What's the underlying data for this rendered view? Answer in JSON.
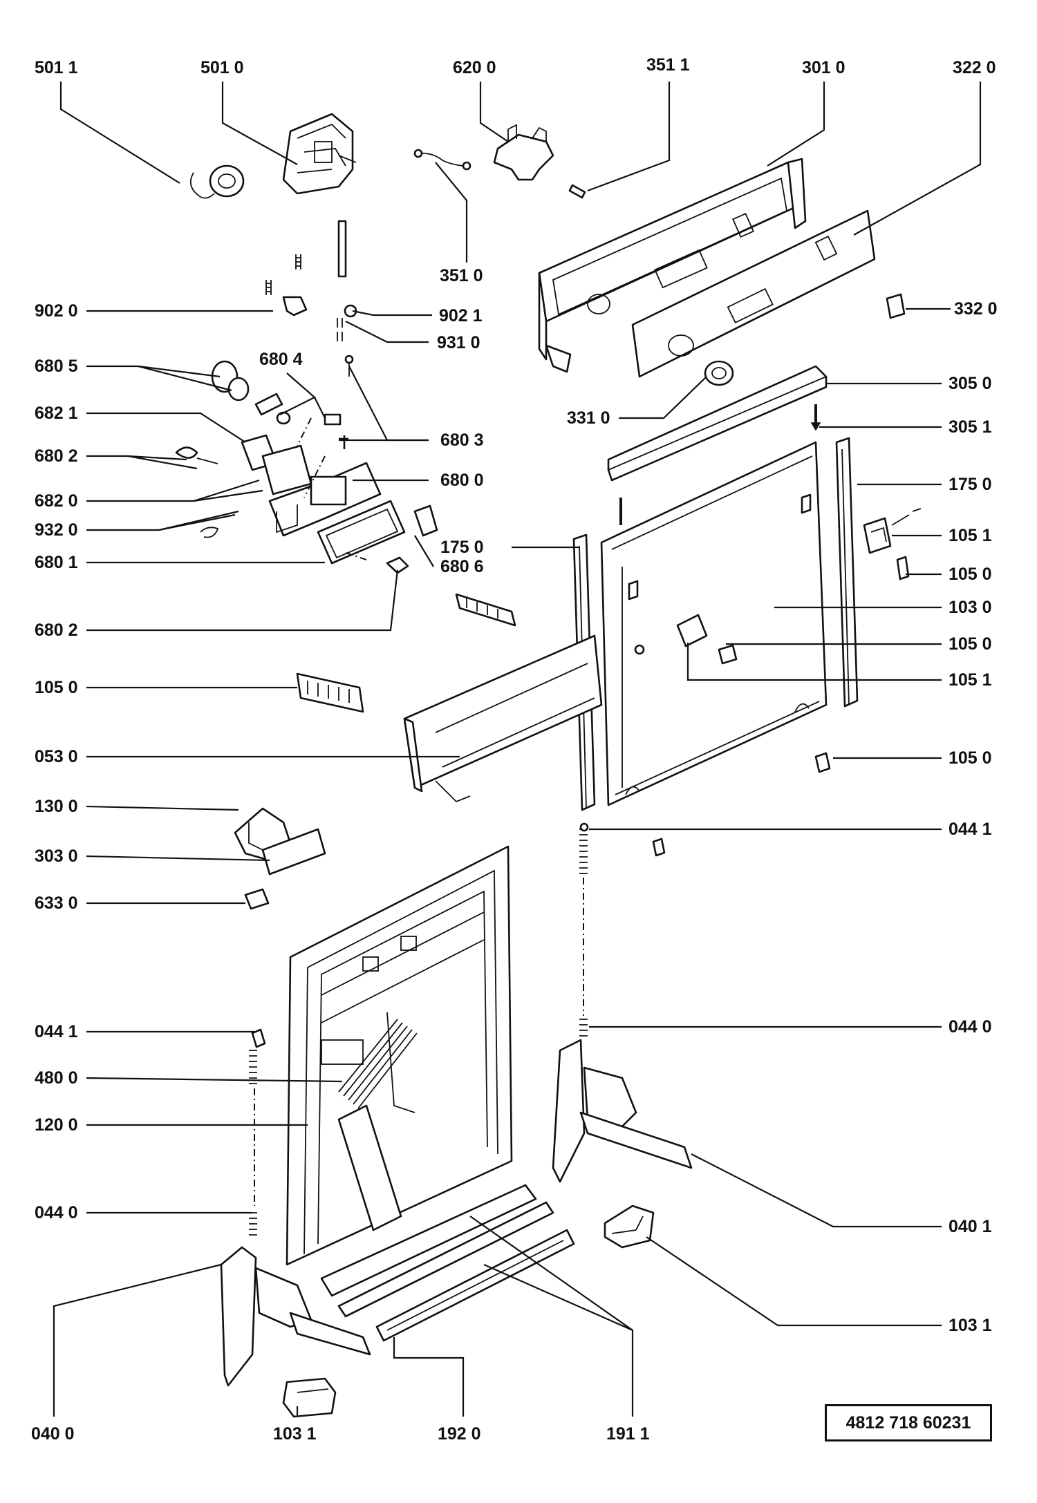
{
  "document_number": "4812 718 60231",
  "part_labels": [
    {
      "id": "l1",
      "text": "501 1"
    },
    {
      "id": "l2",
      "text": "501 0"
    },
    {
      "id": "l3",
      "text": "620 0"
    },
    {
      "id": "l4",
      "text": "351 1"
    },
    {
      "id": "l5",
      "text": "301 0"
    },
    {
      "id": "l6",
      "text": "322 0"
    },
    {
      "id": "l7",
      "text": "351 0"
    },
    {
      "id": "l8",
      "text": "902 0"
    },
    {
      "id": "l9",
      "text": "902 1"
    },
    {
      "id": "l10",
      "text": "931 0"
    },
    {
      "id": "l11",
      "text": "332 0"
    },
    {
      "id": "l12",
      "text": "680 5"
    },
    {
      "id": "l13",
      "text": "680 4"
    },
    {
      "id": "l14",
      "text": "682 1"
    },
    {
      "id": "l15",
      "text": "331 0"
    },
    {
      "id": "l16",
      "text": "305 0"
    },
    {
      "id": "l17",
      "text": "680 3"
    },
    {
      "id": "l18",
      "text": "305 1"
    },
    {
      "id": "l19",
      "text": "680 2"
    },
    {
      "id": "l20",
      "text": "680 0"
    },
    {
      "id": "l21",
      "text": "682 0"
    },
    {
      "id": "l22",
      "text": "175 0"
    },
    {
      "id": "l23",
      "text": "932 0"
    },
    {
      "id": "l24",
      "text": "105 1"
    },
    {
      "id": "l25",
      "text": "175 0"
    },
    {
      "id": "l26",
      "text": "680 1"
    },
    {
      "id": "l27",
      "text": "680 6"
    },
    {
      "id": "l28",
      "text": "105 0"
    },
    {
      "id": "l29",
      "text": "103 0"
    },
    {
      "id": "l30",
      "text": "680 2"
    },
    {
      "id": "l31",
      "text": "105 0"
    },
    {
      "id": "l32",
      "text": "105 0"
    },
    {
      "id": "l33",
      "text": "105 1"
    },
    {
      "id": "l34",
      "text": "053 0"
    },
    {
      "id": "l35",
      "text": "105 0"
    },
    {
      "id": "l36",
      "text": "130 0"
    },
    {
      "id": "l37",
      "text": "044 1"
    },
    {
      "id": "l38",
      "text": "303 0"
    },
    {
      "id": "l39",
      "text": "633 0"
    },
    {
      "id": "l40",
      "text": "044 1"
    },
    {
      "id": "l41",
      "text": "044 0"
    },
    {
      "id": "l42",
      "text": "480 0"
    },
    {
      "id": "l43",
      "text": "120 0"
    },
    {
      "id": "l44",
      "text": "044 0"
    },
    {
      "id": "l45",
      "text": "040 1"
    },
    {
      "id": "l46",
      "text": "103 1"
    },
    {
      "id": "l47",
      "text": "040 0"
    },
    {
      "id": "l48",
      "text": "103 1"
    },
    {
      "id": "l49",
      "text": "192 0"
    },
    {
      "id": "l50",
      "text": "191 1"
    }
  ]
}
